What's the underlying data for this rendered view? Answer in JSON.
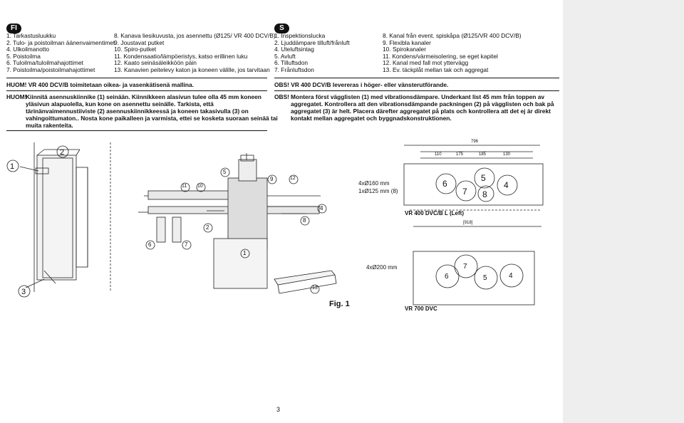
{
  "fi": {
    "badge": "FI",
    "col1": [
      "1.  Tarkastusluukku",
      "2.  Tulo- ja poistoilman äänenvaimentimet",
      "4.  Ulkoilmanotto",
      "5.  Poistoilma",
      "6.  Tuloilma/tuloilmahajottimet",
      "7.  Poistoilma/poistoilmahajottimet"
    ],
    "col2": [
      "8.   Kanava liesikuvusta, jos asennettu (Ø125/ VR 400 DCV/B)",
      "9.   Joustavat putket",
      "10. Spiro-putket",
      "11. Kondensaatio/lämpöeristys, katso erillinen luku",
      "12. Kaato seinäsäleikköön päin",
      "13. Kanavien peitelevy katon ja koneen välille, jos tarvitaan"
    ],
    "note1": "HUOM!  VR 400 DCV/B toimitetaan oikea- ja vasenkätisenä mallina.",
    "note2_prefix": "HUOM!",
    "note2_lines": [
      "Kiinnitä asennuskiinnike (1) seinään. Kiinnikkeen alasivun tulee olla 45 mm koneen",
      "yläsivun alapuolella, kun kone on asennettu seinälle. Tarkista, että",
      "tärinänvaimennustiiviste (2) asennuskiinnikkeessä ja koneen takasivulla (3) on",
      "vahingoittumaton.. Nosta kone paikalleen ja varmista, ettei se kosketa suoraan seinää tai",
      "muita rakenteita."
    ]
  },
  "s": {
    "badge": "S",
    "col1": [
      "1.  Inspektionslucka",
      "2.  Ljuddämpare tilluft/frånluft",
      "4.  Uteluftsintag",
      "5.  Avluft",
      "6.  Tilluftsdon",
      "7.  Frånluftsdon"
    ],
    "col2": [
      "8.   Kanal från event. spiskåpa (Ø125/VR 400 DCV/B)",
      "9.   Flexibla kanaler",
      "10. Spirokanaler",
      "11. Kondens/värmeisolering, se eget kapitel",
      "12. Kanal med fall mot yttervägg",
      "13. Ev. täckplåt mellan tak och aggregat"
    ],
    "note1": "OBS!  VR 400 DCV/B levereras i höger- eller vänsterutförande.",
    "note2_prefix": "OBS!",
    "note2_lines": [
      "Montera först vägglisten (1) med vibrationsdämpare. Underkant list 45 mm från toppen av",
      "aggregatet. Kontrollera att den vibrationsdämpande packningen (2) på vägglisten och bak på",
      "aggregatet (3) är helt. Placera därefter aggregatet på plats och kontrollera att det ej är direkt",
      "kontakt mellan aggregatet och byggnadskonstruktionen."
    ]
  },
  "figure": {
    "caption": "Fig. 1",
    "vr400": {
      "label": "VR 400 DVC/B L (Left)",
      "spec1": "4xØ160 mm",
      "spec2": "1xØ125 mm (8)",
      "dim_total": "796",
      "dims": [
        "110",
        "175",
        "185",
        "130"
      ],
      "ports": [
        "6",
        "7",
        "5",
        "8",
        "4"
      ]
    },
    "vr700": {
      "label": "VR 700 DVC",
      "spec1": "4xØ200 mm",
      "dim_total": "[918]",
      "ports": [
        "7",
        "6",
        "5",
        "4"
      ]
    },
    "callouts": [
      "1",
      "2",
      "3",
      "5",
      "11",
      "10",
      "9",
      "12",
      "13",
      "2",
      "6",
      "7",
      "1",
      "8",
      "4"
    ]
  },
  "page_number": "3"
}
